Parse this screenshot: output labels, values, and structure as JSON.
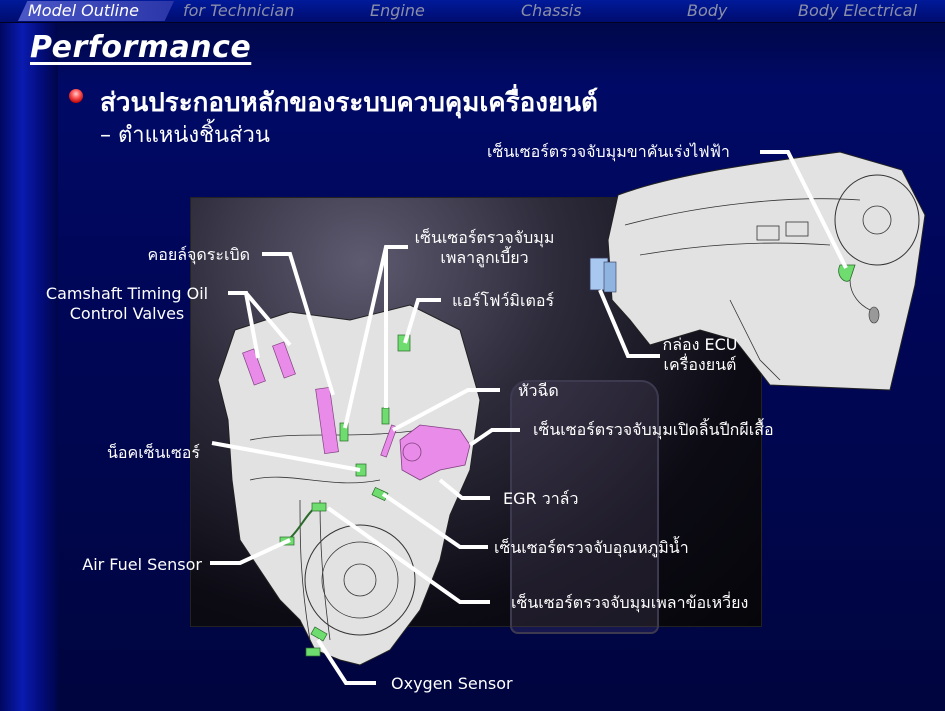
{
  "nav": {
    "items": [
      {
        "label": "Model Outline",
        "active": true
      },
      {
        "label": "for Technician",
        "active": false
      },
      {
        "label": "Engine",
        "active": false
      },
      {
        "label": "Chassis",
        "active": false
      },
      {
        "label": "Body",
        "active": false
      },
      {
        "label": "Body Electrical",
        "active": false
      }
    ]
  },
  "page": {
    "title": "Performance",
    "heading": "ส่วนประกอบหลักของระบบควบคุมเครื่องยนต์",
    "subheading": "– ตำแหน่งชิ้นส่วน"
  },
  "labels": {
    "accel_pedal_sensor": "เซ็นเซอร์ตรวจจับมุมขาคันเร่งไฟฟ้า",
    "ignition_coil": "คอยล์จุดระเบิด",
    "camshaft_sensor_line1": "เซ็นเซอร์ตรวจจับมุม",
    "camshaft_sensor_line2": "เพลาลูกเบี้ยว",
    "camshaft_ocv_line1": "Camshaft Timing Oil",
    "camshaft_ocv_line2": "Control Valves",
    "air_flow_meter": "แอร์โฟว์มิเตอร์",
    "ecu_line1": "กล่อง ECU",
    "ecu_line2": "เครื่องยนต์",
    "injector": "หัวฉีด",
    "throttle_sensor": "เซ็นเซอร์ตรวจจับมุมเปิดลิ้นปีกผีเสื้อ",
    "knock_sensor": "น็อคเซ็นเซอร์",
    "egr_valve": "EGR วาล์ว",
    "coolant_temp_sensor": "เซ็นเซอร์ตรวจจับอุณหภูมิน้ำ",
    "air_fuel_sensor": "Air Fuel Sensor",
    "crankshaft_sensor": "เซ็นเซอร์ตรวจจับมุมเพลาข้อเหวี่ยง",
    "oxygen_sensor": "Oxygen Sensor"
  },
  "colors": {
    "background": "#000541",
    "component_pink": "#e98be8",
    "component_green": "#6fdc6f",
    "ecu_blue": "#a8c8f0",
    "leader_line": "#ffffff",
    "engine_body": "#e2e2e2"
  }
}
